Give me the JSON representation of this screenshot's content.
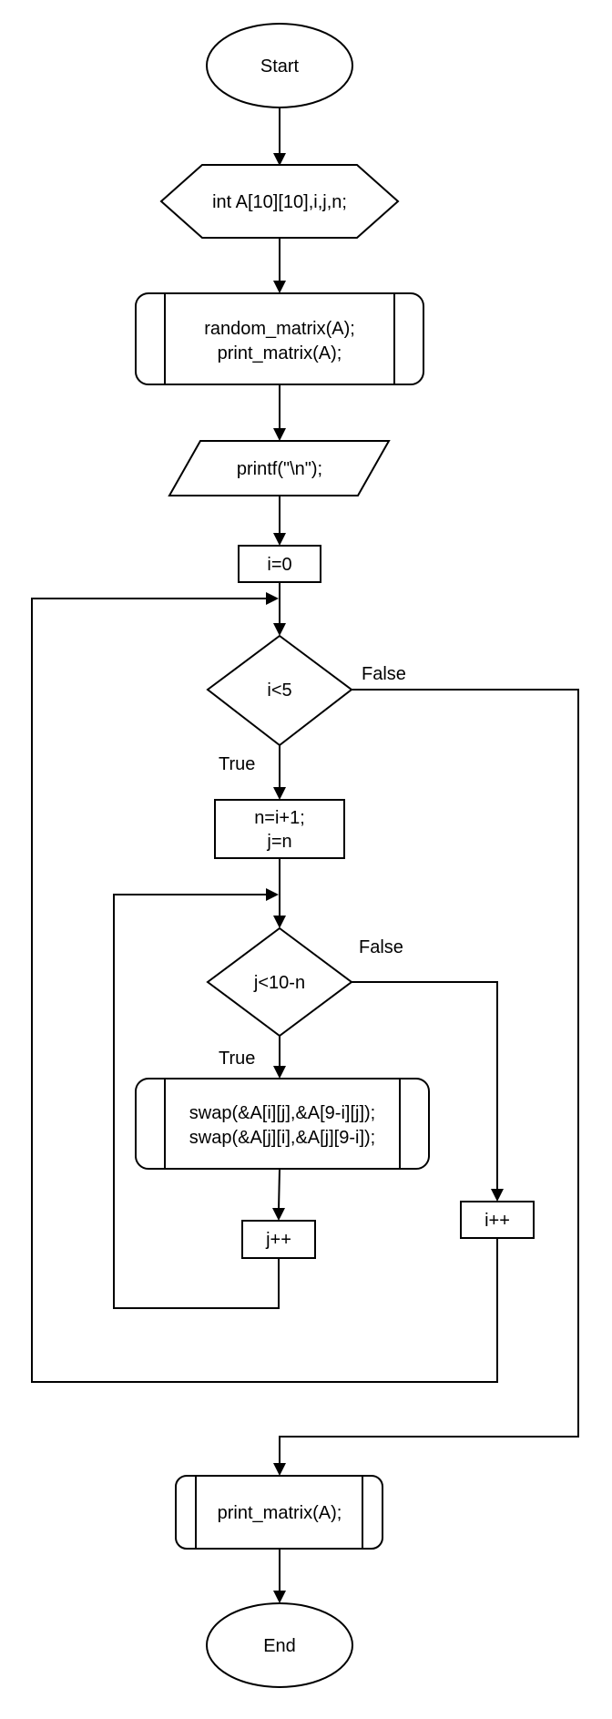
{
  "flowchart": {
    "start": "Start",
    "declare": "int A[10][10],i,j,n;",
    "init_call": [
      "random_matrix(A);",
      "print_matrix(A);"
    ],
    "output": "printf(\"\\n\");",
    "init_i": "i=0",
    "cond_outer": "i<5",
    "assign": [
      "n=i+1;",
      "j=n"
    ],
    "cond_inner": "j<10-n",
    "swap_call": [
      "swap(&A[i][j],&A[9-i][j]);",
      "swap(&A[j][i],&A[j][9-i]);"
    ],
    "inc_j": "j++",
    "inc_i": "i++",
    "final_call": "print_matrix(A);",
    "end": "End"
  },
  "edge_labels": {
    "outer_false": "False",
    "outer_true": "True",
    "inner_false": "False",
    "inner_true": "True"
  }
}
